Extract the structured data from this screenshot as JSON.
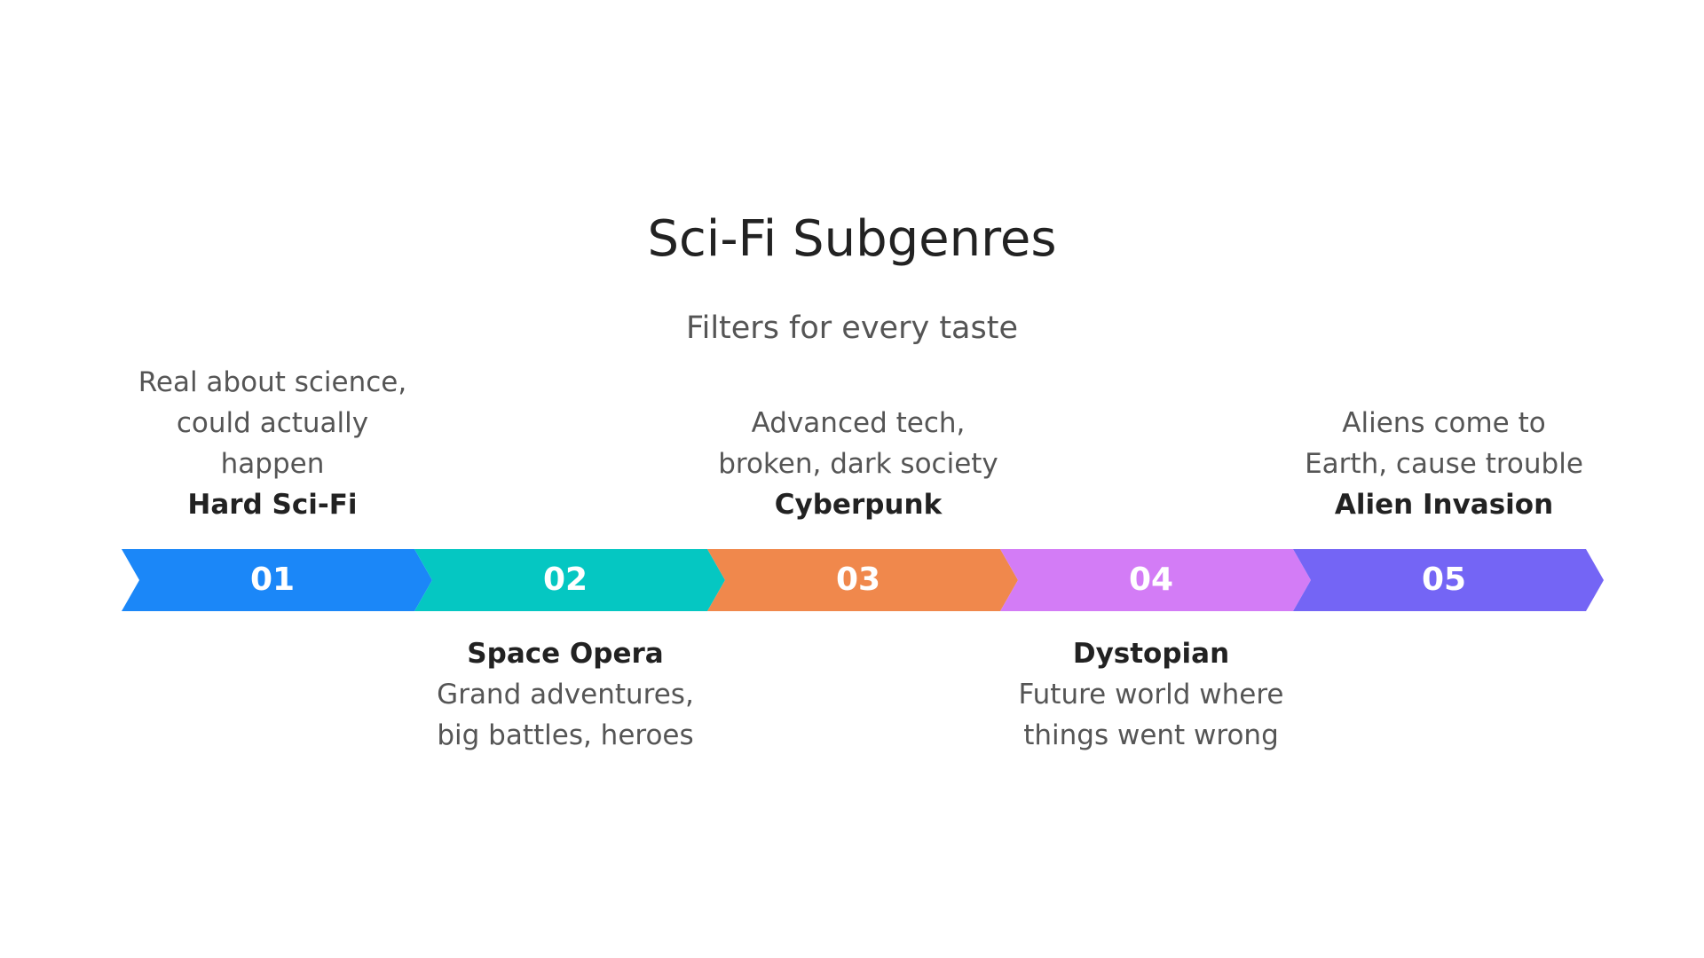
{
  "title": "Sci-Fi Subgenres",
  "subtitle": "Filters for every taste",
  "stages": [
    {
      "number": "01",
      "label": "Hard Sci-Fi",
      "description": "Real about science,\ncould actually\nhappen",
      "position": "above",
      "color": "#1b87f8"
    },
    {
      "number": "02",
      "label": "Space Opera",
      "description": "Grand adventures,\nbig battles, heroes",
      "position": "below",
      "color": "#05c7c2"
    },
    {
      "number": "03",
      "label": "Cyberpunk",
      "description": "Advanced tech,\nbroken, dark society",
      "position": "above",
      "color": "#f0884c"
    },
    {
      "number": "04",
      "label": "Dystopian",
      "description": "Future world where\nthings went wrong",
      "position": "below",
      "color": "#d37cf6"
    },
    {
      "number": "05",
      "label": "Alien Invasion",
      "description": "Aliens come to\nEarth, cause trouble",
      "position": "above",
      "color": "#7465f5"
    }
  ]
}
